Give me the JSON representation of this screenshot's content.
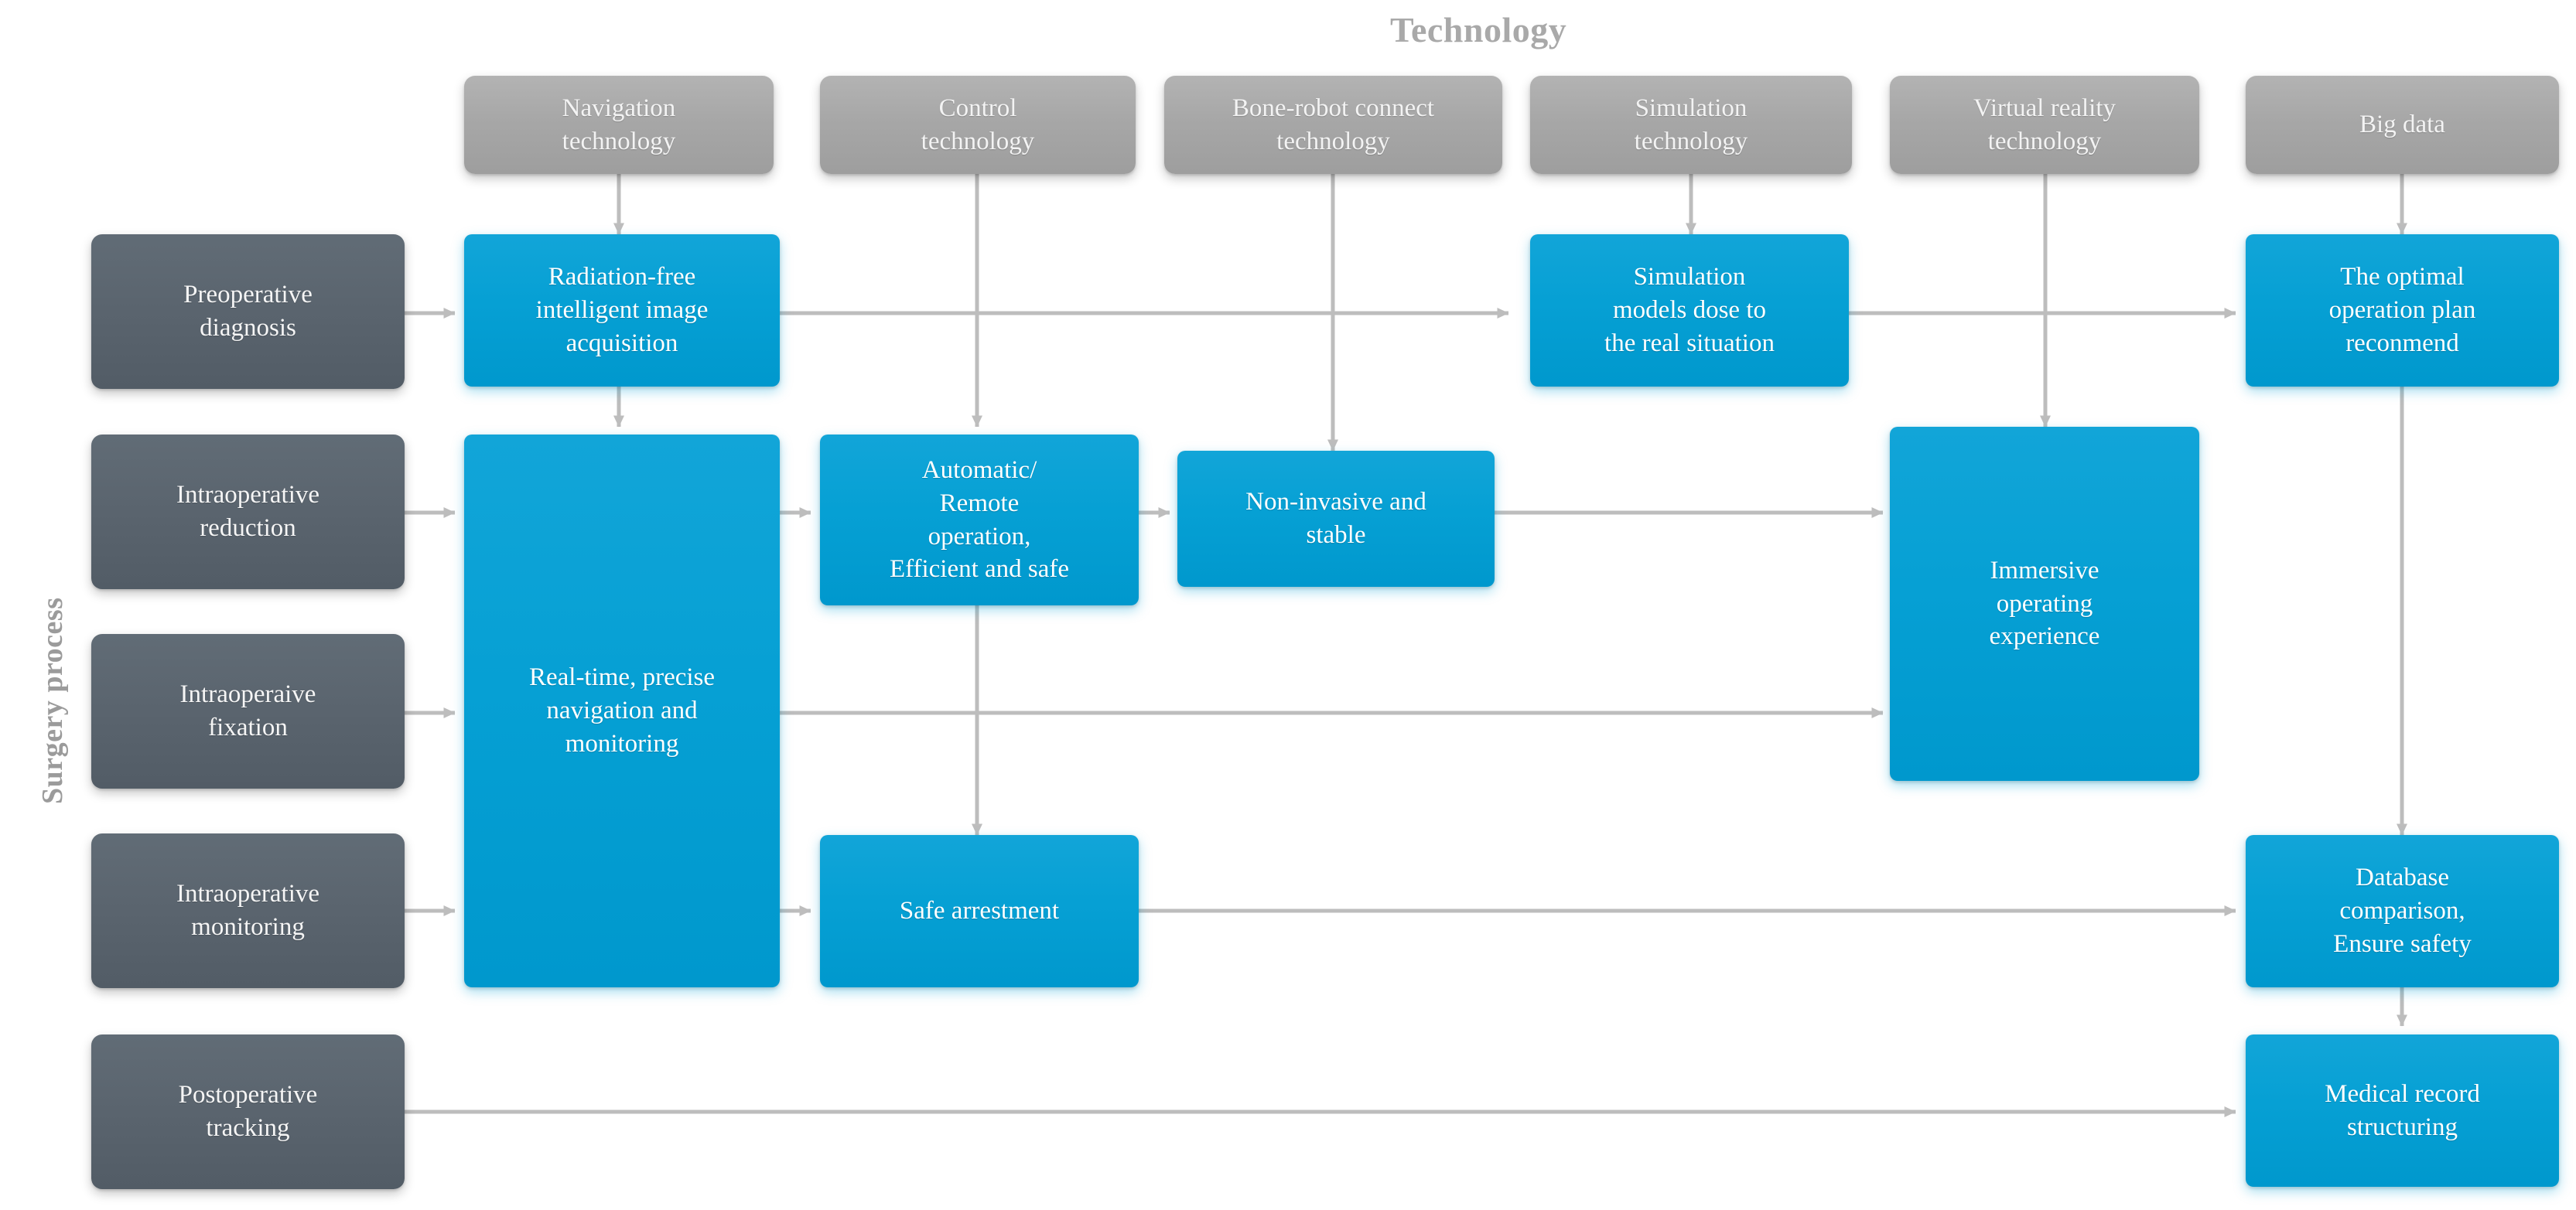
{
  "diagram": {
    "type": "flow-matrix",
    "top_axis_title": "Technology",
    "left_axis_title": "Surgery process",
    "colors": {
      "technology_header": "#a7a7a7",
      "process_stage": "#5a646e",
      "capability": "#06a0d4",
      "connector": "#bdbdbd",
      "background": "#ffffff",
      "title_text": "#a9a9a9"
    },
    "technology_columns": [
      {
        "id": "navigation",
        "label": "Navigation\ntechnology"
      },
      {
        "id": "control",
        "label": "Control\ntechnology"
      },
      {
        "id": "bone-robot",
        "label": "Bone-robot connect\ntechnology"
      },
      {
        "id": "simulation",
        "label": "Simulation\ntechnology"
      },
      {
        "id": "virtual-reality",
        "label": "Virtual reality\ntechnology"
      },
      {
        "id": "big-data",
        "label": "Big data"
      }
    ],
    "process_rows": [
      {
        "id": "preoperative-diagnosis",
        "label": "Preoperative\ndiagnosis"
      },
      {
        "id": "intraoperative-reduction",
        "label": "Intraoperative\nreduction"
      },
      {
        "id": "intraoperative-fixation",
        "label": "Intraoperaive\nfixation"
      },
      {
        "id": "intraoperative-monitoring",
        "label": "Intraoperative\nmonitoring"
      },
      {
        "id": "postoperative-tracking",
        "label": "Postoperative\ntracking"
      }
    ],
    "capabilities": [
      {
        "id": "radiation-free-image",
        "label": "Radiation-free\nintelligent image\nacquisition"
      },
      {
        "id": "realtime-navigation",
        "label": "Real-time, precise\nnavigation and\nmonitoring"
      },
      {
        "id": "automatic-remote-op",
        "label": "Automatic/\nRemote\noperation,\nEfficient and safe"
      },
      {
        "id": "safe-arrestment",
        "label": "Safe arrestment"
      },
      {
        "id": "non-invasive-stable",
        "label": "Non-invasive and\nstable"
      },
      {
        "id": "simulation-models",
        "label": "Simulation\nmodels dose to\nthe real situation"
      },
      {
        "id": "immersive-operating",
        "label": "Immersive\noperating\nexperience"
      },
      {
        "id": "optimal-operation-plan",
        "label": "The optimal\noperation plan\nreconmend"
      },
      {
        "id": "database-comparison",
        "label": "Database\ncomparison,\nEnsure safety"
      },
      {
        "id": "medical-record",
        "label": "Medical record\nstructuring"
      }
    ]
  }
}
